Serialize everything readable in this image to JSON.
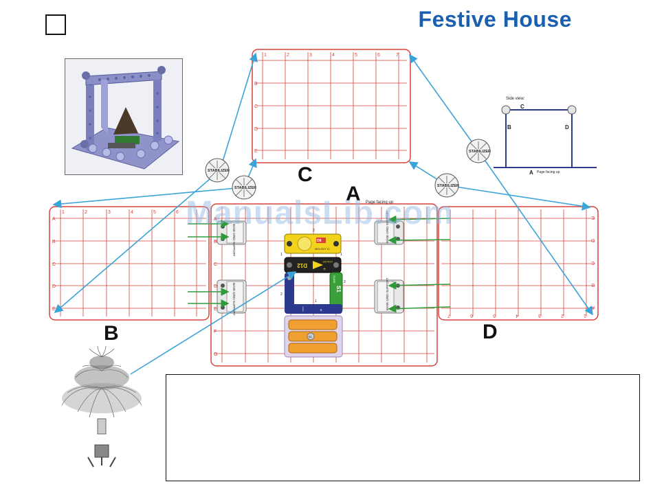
{
  "title": "Festive House",
  "watermark": "ManualsLib.com",
  "grid_letters": {
    "a": "A",
    "b": "B",
    "c": "C",
    "d": "D"
  },
  "side_view": {
    "heading": "Side view:",
    "label_top": "C",
    "label_left": "B",
    "label_right": "D",
    "label_bottom": "A",
    "caption": "Page facing up"
  },
  "page_facing_up_label": "Page facing up",
  "stabilizer_label": "STABILIZER",
  "grid_columns": [
    "1",
    "2",
    "3",
    "4",
    "5",
    "6",
    "7"
  ],
  "grid_rows": [
    "A",
    "B",
    "C",
    "D",
    "E"
  ],
  "grid_a_rows": [
    "A",
    "B",
    "C",
    "D",
    "E",
    "F",
    "G"
  ],
  "components": {
    "base_grid_support": "BASE GRID SUPPORT",
    "led_label": "D8",
    "led_sub": "MELODY IC",
    "color_led": "COLOR",
    "slide_switch": "S1",
    "slide_label": "SLIDE",
    "battery_label": "B1"
  },
  "colors": {
    "title": "#1b5fb0",
    "grid_line": "#d9403a",
    "arrow_blue": "#3aa3d8",
    "arrow_green": "#2e9a3a",
    "led_yellow": "#f2d21b",
    "switch_green": "#3aa03a",
    "battery_orange": "#f0a030",
    "wire_blue": "#2b3a8f"
  }
}
